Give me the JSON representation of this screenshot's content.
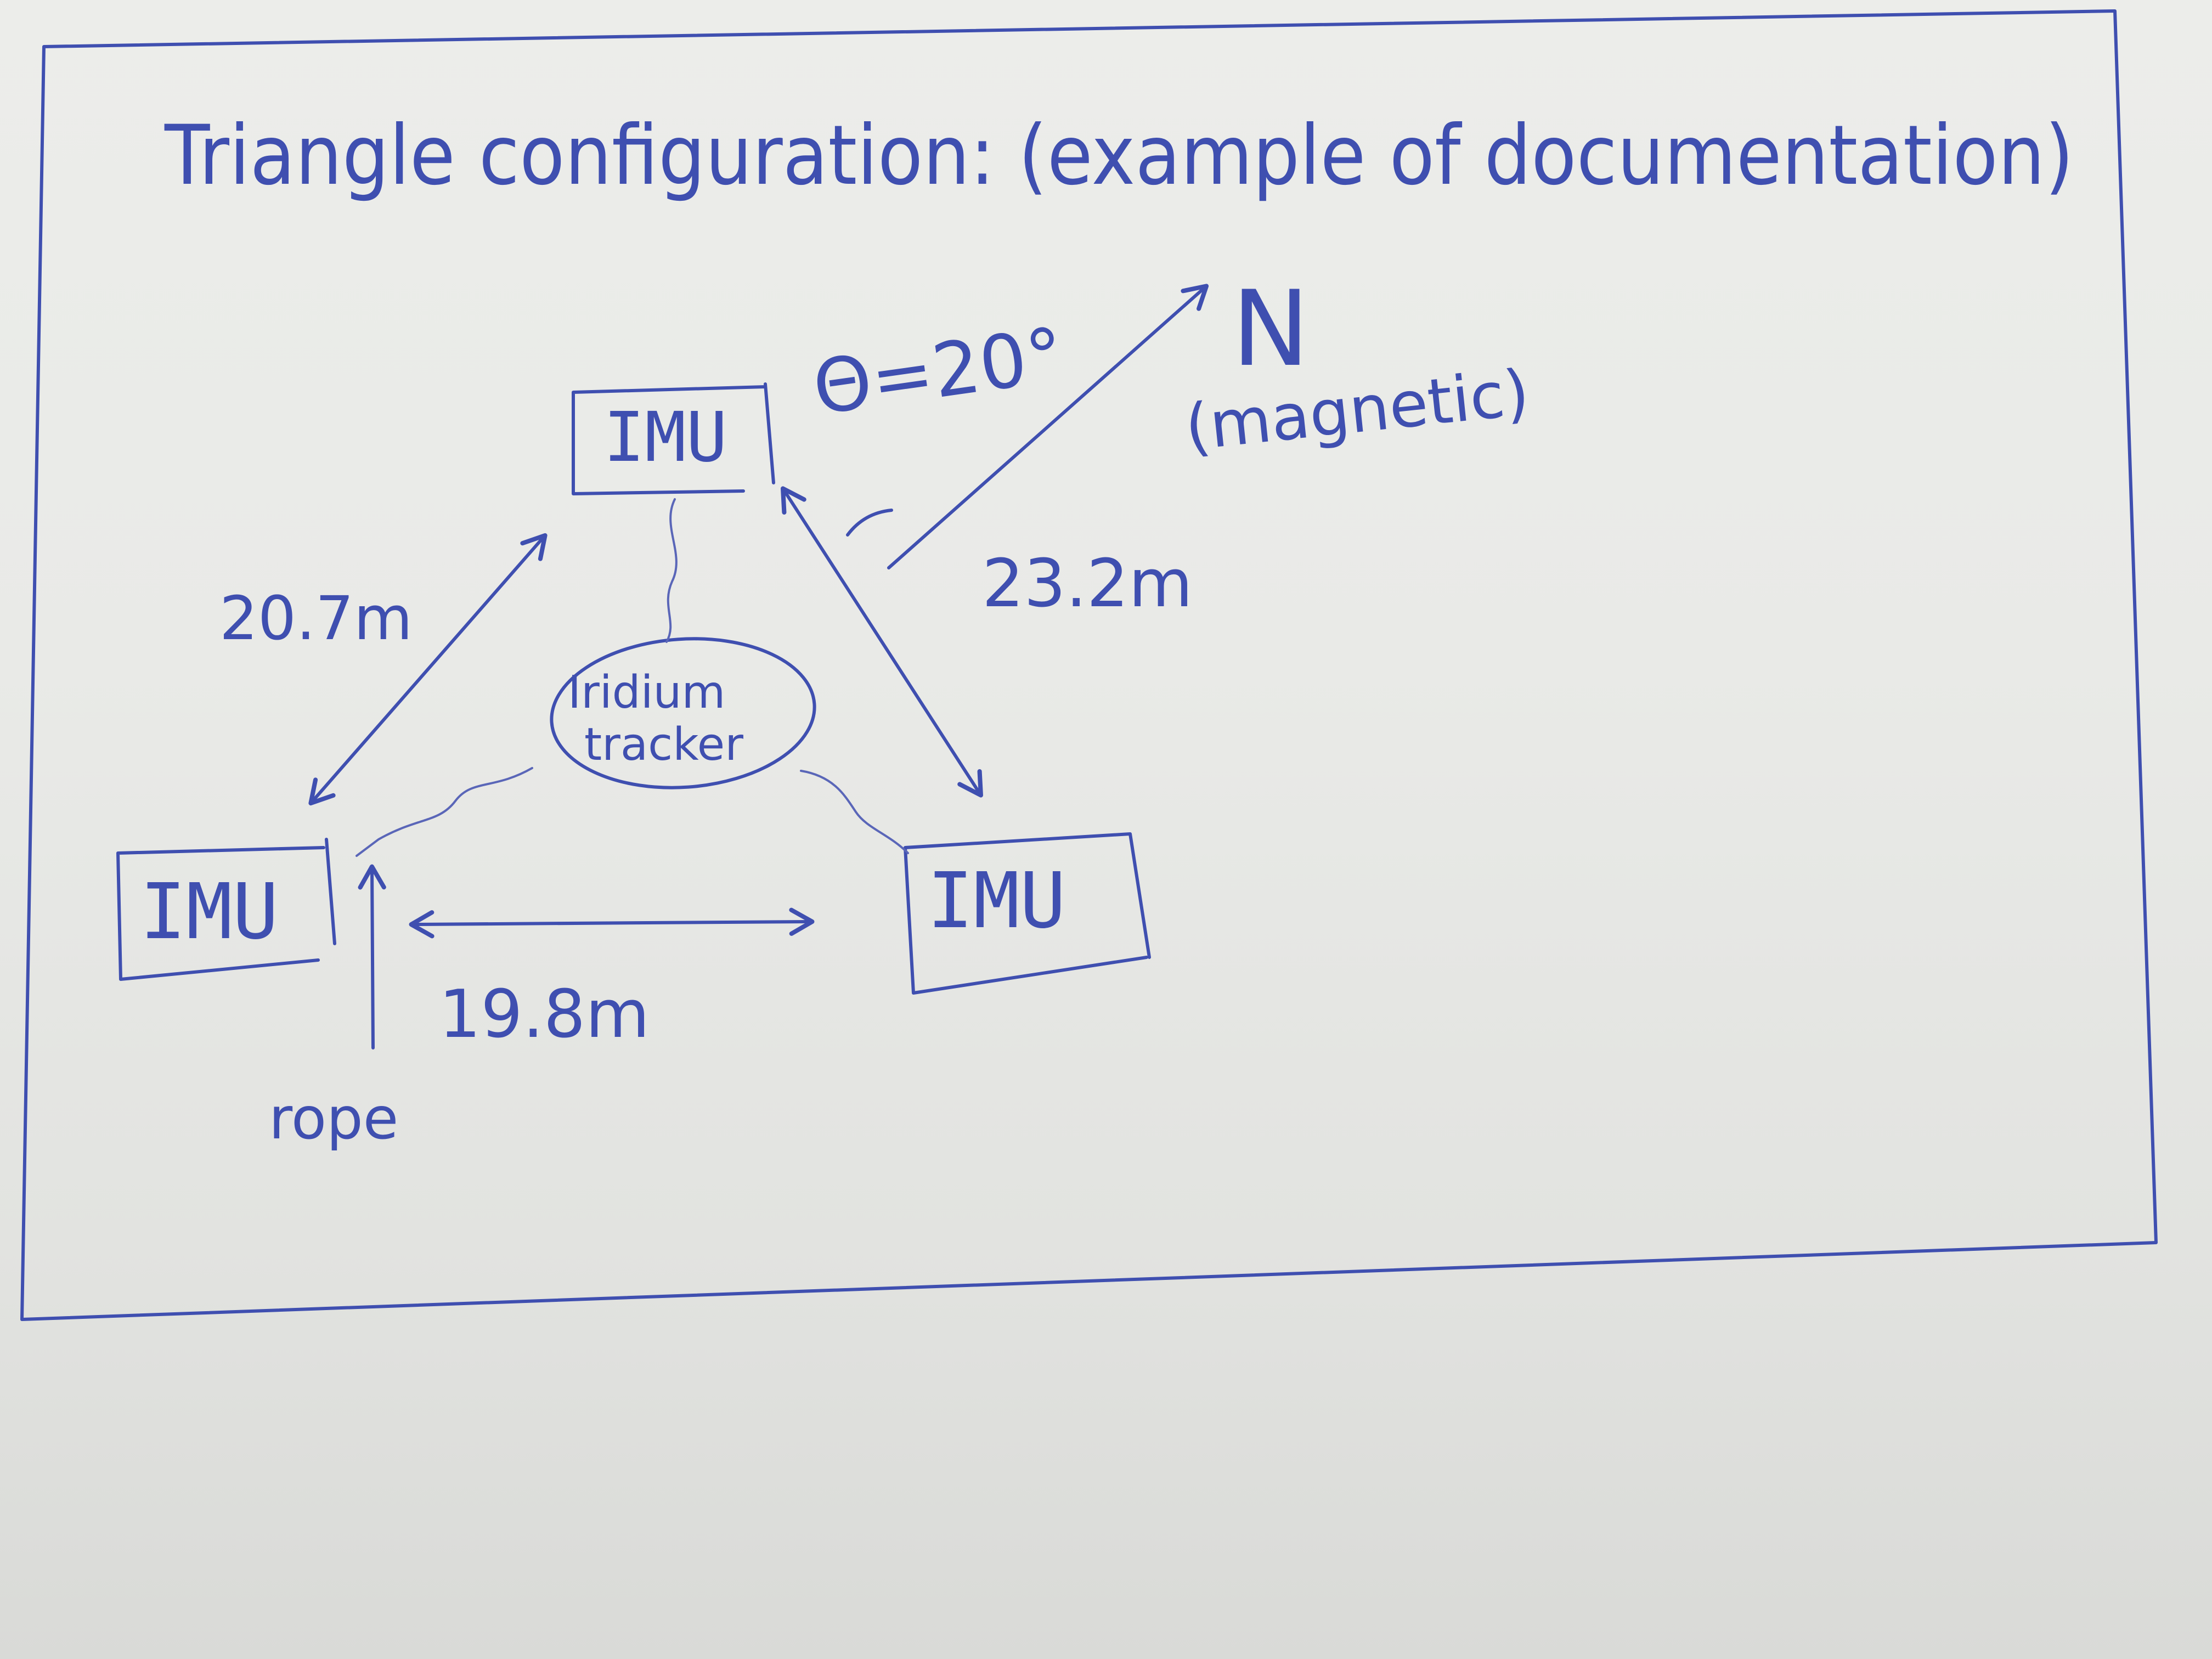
{
  "title": "Triangle configuration: (example of documentation)",
  "north": {
    "label": "N",
    "sub_label": "(magnetic)",
    "angle_label": "Θ=20°"
  },
  "imu_nodes": [
    {
      "label": "IMU"
    },
    {
      "label": "IMU"
    },
    {
      "label": "IMU"
    }
  ],
  "tracker": {
    "line1": "Iridium",
    "line2": "tracker"
  },
  "distances": {
    "top_left": "20.7m",
    "top_right": "23.2m",
    "bottom": "19.8m"
  },
  "rope_label": "rope",
  "colors": {
    "ink": "#3f4fb0",
    "paper": "#ecedea"
  }
}
